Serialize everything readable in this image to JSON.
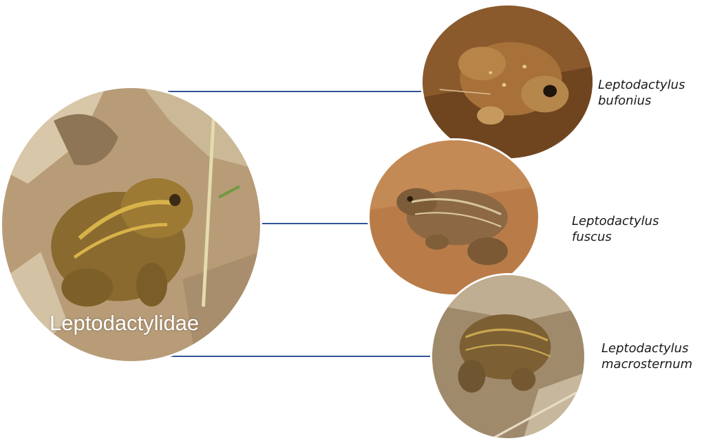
{
  "family": {
    "label": "Leptodactylidae",
    "photo_icon": "frog-photo"
  },
  "species": [
    {
      "genus": "Leptodactylus",
      "epithet": "bufonius",
      "photo_icon": "frog-photo"
    },
    {
      "genus": "Leptodactylus",
      "epithet": "fuscus",
      "photo_icon": "frog-photo"
    },
    {
      "genus": "Leptodactylus",
      "epithet": "macrosternum",
      "photo_icon": "frog-photo"
    }
  ],
  "colors": {
    "connector": "#2f5496",
    "label_on_photo": "#ffffff",
    "species_text": "#1a1a1a"
  }
}
